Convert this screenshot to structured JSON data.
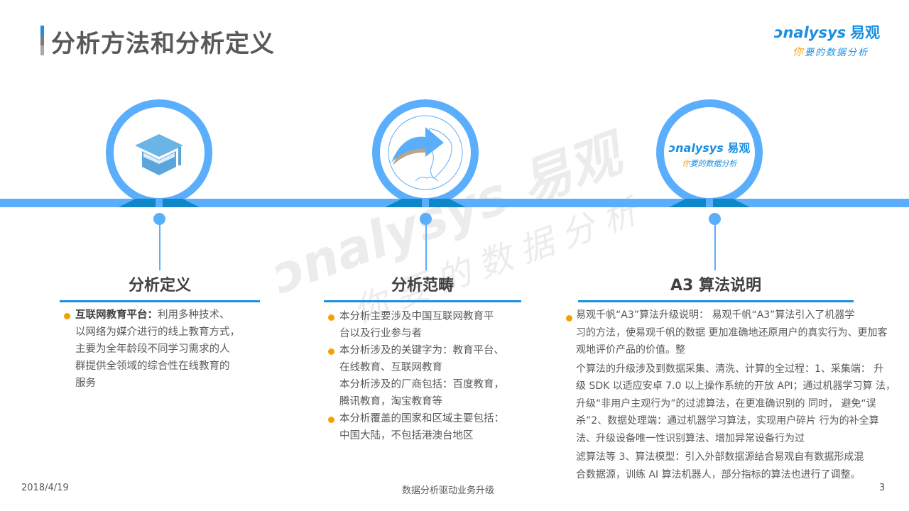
{
  "header": {
    "title": "分析方法和分析定义",
    "accent_colors": [
      "#1a8fe0",
      "#7a7a7a",
      "#a8a8a8"
    ]
  },
  "logo": {
    "brand_en": "nalysys",
    "brand_en_prefix": "ↄ",
    "brand_cn": "易观",
    "slogan_first": "你",
    "slogan_rest": "要的数据分析"
  },
  "watermark": {
    "main": "ↄnalysys 易观",
    "sub": "你要的数据分析"
  },
  "colors": {
    "timeline": "#5aaefc",
    "rule": "#1a8fe0",
    "bullet": "#f5a000",
    "text": "#595959"
  },
  "sections": [
    {
      "icon": "graduation-cap-icon",
      "title": "分析定义",
      "items": [
        {
          "type": "bullet",
          "bold": "互联网教育平台：",
          "lines": [
            "利用多种技术、",
            "以网络为媒介进行的线上教育方式，",
            "主要为全年龄段不同学习需求的人",
            "群提供全领域的综合性在线教育的",
            "服务"
          ]
        }
      ]
    },
    {
      "icon": "globe-arrow-icon",
      "title": "分析范畴",
      "items": [
        {
          "type": "bullet",
          "lines": [
            "本分析主要涉及中国互联网教育平",
            "台以及行业参与者"
          ]
        },
        {
          "type": "bullet",
          "lines": [
            "本分析涉及的关键字为：教育平台、",
            "在线教育、互联网教育"
          ]
        },
        {
          "type": "plain",
          "lines": [
            "本分析涉及的厂商包括：百度教育，",
            "腾讯教育，淘宝教育等"
          ]
        },
        {
          "type": "bullet",
          "lines": [
            "本分析覆盖的国家和区域主要包括：",
            "中国大陆，不包括港澳台地区"
          ]
        }
      ]
    },
    {
      "icon": "analysys-logo-icon",
      "icon_text_en": "nalysys",
      "icon_text_cn": "易观",
      "icon_slogan_first": "你",
      "icon_slogan_rest": "要的数据分析",
      "title": "A3 算法说明",
      "items": [
        {
          "type": "bullet",
          "lines": [
            "易观千帆“A3”算法升级说明： 易观千帆“A3”算法引入了机器学",
            "习的方法，使易观千帆的数据 更加准确地还原用户的真实行为、更加客",
            "观地评价产品的价值。整"
          ]
        },
        {
          "type": "plain",
          "lines": [
            "个算法的升级涉及到数据采集、清洗、计算的全过程：1、采集端： 升",
            "级 SDK 以适应安卓 7.0 以上操作系统的开放 API；通过机器学习算 法，",
            "升级“非用户主观行为”的过滤算法，在更准确识别的 同时， 避免“误",
            "杀”2、数据处理端：通过机器学习算法，实现用户碎片 行为的补全算",
            "法、升级设备唯一性识别算法、增加异常设备行为过"
          ]
        },
        {
          "type": "plain",
          "lines": [
            "滤算法等 3、算法模型：引入外部数据源结合易观自有数据形成混",
            "合数据源，训练 AI 算法机器人，部分指标的算法也进行了调整。"
          ]
        }
      ]
    }
  ],
  "footer": {
    "date": "2018/4/19",
    "center": "数据分析驱动业务升级",
    "page": "3"
  }
}
